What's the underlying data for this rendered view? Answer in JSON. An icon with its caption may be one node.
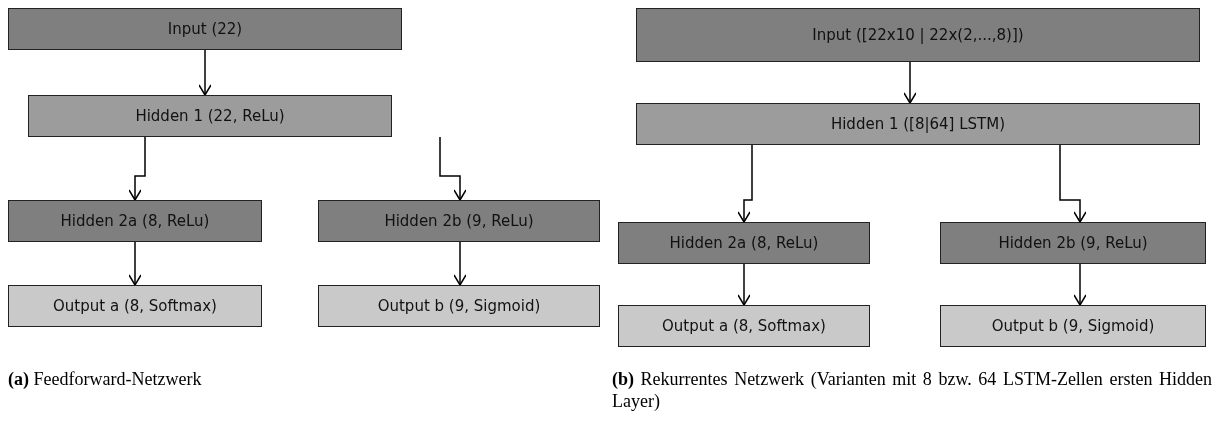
{
  "diagram": {
    "nodes": [
      {
        "text": [
          "Input (22)"
        ]
      },
      {
        "text": [
          "Hidden 1 (22, ReLu)"
        ]
      },
      {
        "text": [
          "Hidden 2a (8, ReLu)"
        ]
      },
      {
        "text": [
          "Hidden 2b (9, ReLu)"
        ]
      },
      {
        "text": [
          "Output a (8, Softmax)"
        ]
      },
      {
        "text": [
          "Output b (9, Sigmoid)"
        ]
      },
      {
        "text": [
          "Input ([22x10 | 22x(2,...,8)])"
        ]
      },
      {
        "text": [
          "Hidden 1 ([8|64] LSTM)"
        ]
      },
      {
        "text": [
          "Hidden 2a (8, ReLu)"
        ]
      },
      {
        "text": [
          "Hidden 2b (9, ReLu)"
        ]
      },
      {
        "text": [
          "Output a (8, Softmax)"
        ]
      },
      {
        "text": [
          "Output b (9, Sigmoid)"
        ]
      }
    ],
    "edges": [
      {
        "from": 0,
        "to": 1,
        "arrow": "to"
      },
      {
        "from": 1,
        "to": 2,
        "arrow": "to"
      },
      {
        "from": 1,
        "to": 3,
        "arrow": "to"
      },
      {
        "from": 2,
        "to": 4,
        "arrow": "to"
      },
      {
        "from": 3,
        "to": 5,
        "arrow": "to"
      },
      {
        "from": 6,
        "to": 7,
        "arrow": "to"
      },
      {
        "from": 7,
        "to": 8,
        "arrow": "to"
      },
      {
        "from": 7,
        "to": 9,
        "arrow": "to"
      },
      {
        "from": 8,
        "to": 10,
        "arrow": "to"
      },
      {
        "from": 9,
        "to": 11,
        "arrow": "to"
      }
    ],
    "labels": [
      "**(a)** Feedforward-Netzwerk",
      "**(b)** Rekurrentes Netzwerk (Varianten mit 8 bzw. 64 LSTM-Zellen ersten Hidden Layer)"
    ]
  }
}
